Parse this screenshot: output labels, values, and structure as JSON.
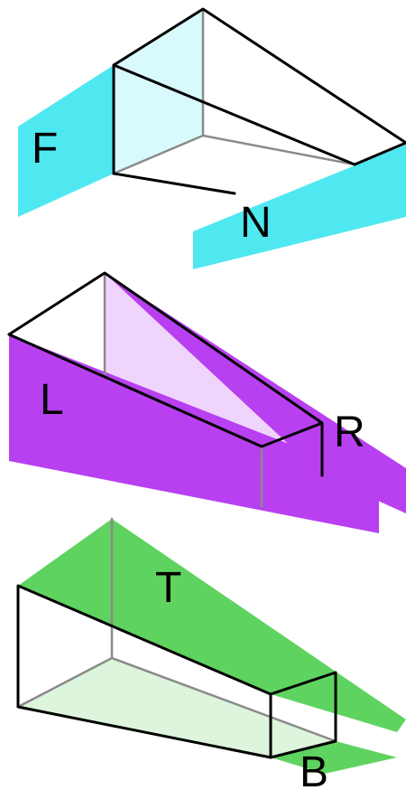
{
  "colors": {
    "cyan_plane": "#4FE8F0",
    "magenta_plane": "#B840F0",
    "green_plane": "#5FD35F",
    "edge": "#000000",
    "hidden_edge": "#8a8a8a"
  },
  "panels": [
    {
      "id": "near-far",
      "labels": {
        "far": "F",
        "near": "N"
      }
    },
    {
      "id": "left-right",
      "labels": {
        "left": "L",
        "right": "R"
      }
    },
    {
      "id": "top-bottom",
      "labels": {
        "top": "T",
        "bottom": "B"
      }
    }
  ]
}
